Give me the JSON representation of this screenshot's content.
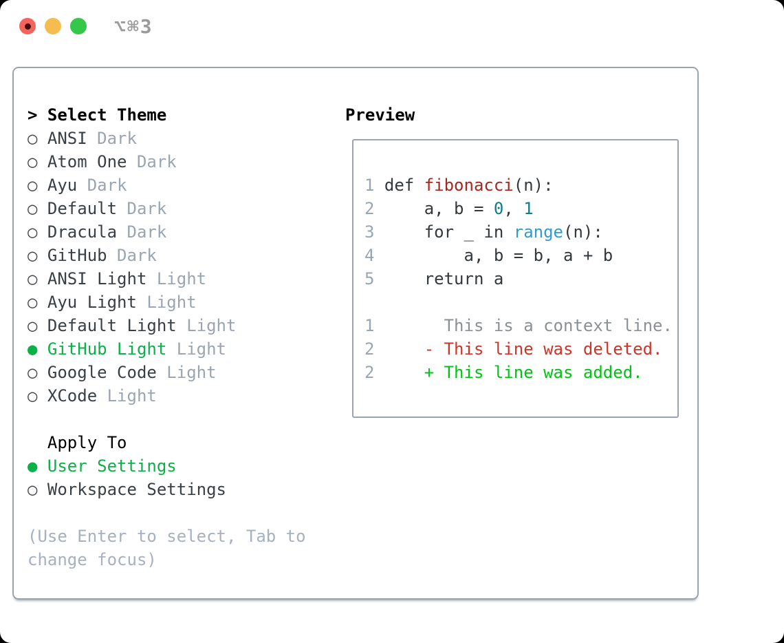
{
  "titlebar": {
    "title": "⌥⌘3",
    "traffic_lights": [
      {
        "name": "close",
        "has_dot": true
      },
      {
        "name": "minimize",
        "has_dot": false
      },
      {
        "name": "zoom",
        "has_dot": false
      }
    ]
  },
  "picker": {
    "header_prefix": "> ",
    "header": "Select Theme",
    "bullet_unselected": "○ ",
    "bullet_selected": "● ",
    "themes": [
      {
        "name": "ANSI",
        "variant": "Dark",
        "selected": false
      },
      {
        "name": "Atom One",
        "variant": "Dark",
        "selected": false
      },
      {
        "name": "Ayu",
        "variant": "Dark",
        "selected": false
      },
      {
        "name": "Default",
        "variant": "Dark",
        "selected": false
      },
      {
        "name": "Dracula",
        "variant": "Dark",
        "selected": false
      },
      {
        "name": "GitHub",
        "variant": "Dark",
        "selected": false
      },
      {
        "name": "ANSI Light",
        "variant": "Light",
        "selected": false
      },
      {
        "name": "Ayu Light",
        "variant": "Light",
        "selected": false
      },
      {
        "name": "Default Light",
        "variant": "Light",
        "selected": false
      },
      {
        "name": "GitHub Light",
        "variant": "Light",
        "selected": true
      },
      {
        "name": "Google Code",
        "variant": "Light",
        "selected": false
      },
      {
        "name": "XCode",
        "variant": "Light",
        "selected": false
      }
    ],
    "apply_to": {
      "label": "Apply To",
      "options": [
        {
          "label": "User Settings",
          "selected": true
        },
        {
          "label": "Workspace Settings",
          "selected": false
        }
      ]
    },
    "hint_lines": [
      "(Use Enter to select, Tab to",
      "change focus)"
    ]
  },
  "preview": {
    "title": "Preview",
    "code_lines": [
      {
        "num": "1",
        "tokens": [
          {
            "text": "def ",
            "style": "code"
          },
          {
            "text": "fibonacci",
            "style": "function"
          },
          {
            "text": "(n):",
            "style": "code"
          }
        ]
      },
      {
        "num": "2",
        "tokens": [
          {
            "text": "    a, b = ",
            "style": "code"
          },
          {
            "text": "0",
            "style": "number"
          },
          {
            "text": ", ",
            "style": "code"
          },
          {
            "text": "1",
            "style": "number"
          }
        ]
      },
      {
        "num": "3",
        "tokens": [
          {
            "text": "    for _ in ",
            "style": "code"
          },
          {
            "text": "range",
            "style": "builtin"
          },
          {
            "text": "(n):",
            "style": "code"
          }
        ]
      },
      {
        "num": "4",
        "tokens": [
          {
            "text": "        a, b = b, a + b",
            "style": "code"
          }
        ]
      },
      {
        "num": "5",
        "tokens": [
          {
            "text": "    return a",
            "style": "code"
          }
        ]
      },
      {
        "num": "",
        "tokens": []
      },
      {
        "num": "1",
        "tokens": [
          {
            "text": "      This is a context line.",
            "style": "context"
          }
        ]
      },
      {
        "num": "2",
        "tokens": [
          {
            "text": "    - This line was deleted.",
            "style": "deleted"
          }
        ]
      },
      {
        "num": "2",
        "tokens": [
          {
            "text": "    + This line was added.",
            "style": "added"
          }
        ]
      }
    ]
  },
  "colors": {
    "selection_green": "#0ab146",
    "added_green": "#00c414",
    "deleted_red": "#cd3528",
    "function_red": "#a5271f",
    "number_teal": "#0f7e8a",
    "builtin_blue": "#2f9bd4",
    "code_text": "#33383d",
    "line_number": "#9aa5b2",
    "context_gray": "#8b9095",
    "variant_gray": "#9aa5b1",
    "hint_gray": "#a7b1bd",
    "border_gray": "#9aa4ae",
    "traffic_red": "#f4645d",
    "traffic_yellow": "#f5bd4f",
    "traffic_green": "#35c749"
  }
}
